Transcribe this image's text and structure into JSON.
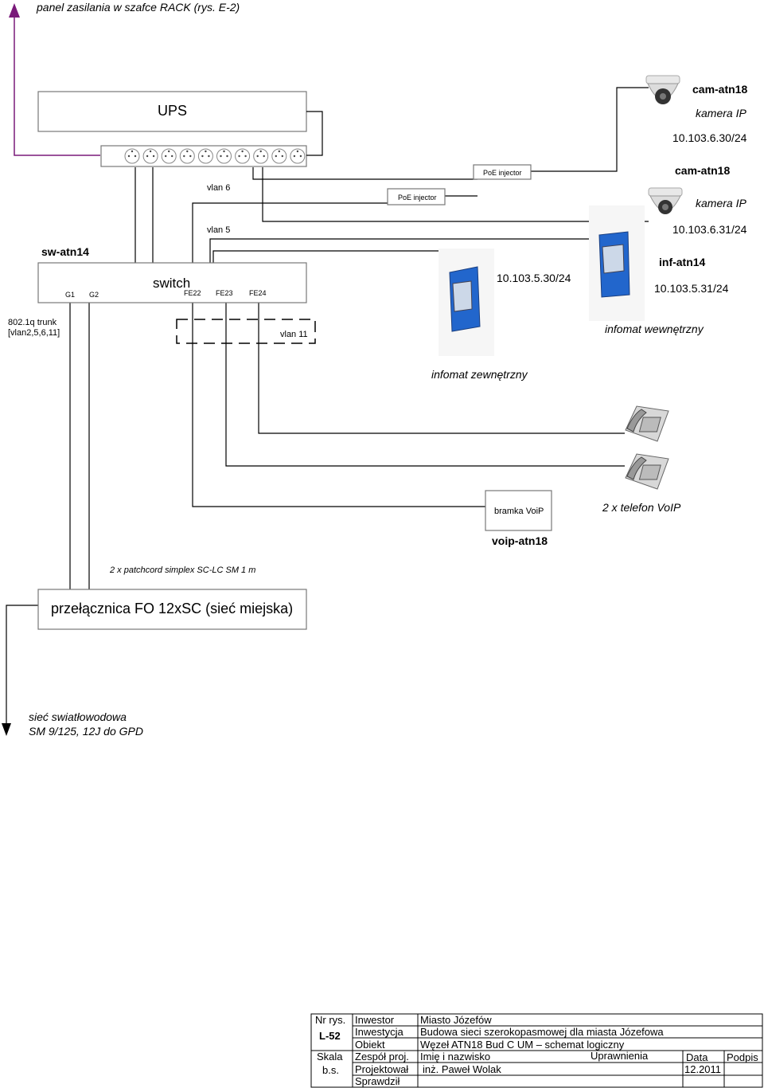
{
  "power_panel_label": "panel zasilania w szafce RACK (rys. E-2)",
  "ups_label": "UPS",
  "vlan6_label": "vlan 6",
  "vlan5_label": "vlan 5",
  "vlan11_label": "vlan 11",
  "poe_injector_1": "PoE injector",
  "poe_injector_2": "PoE injector",
  "switch": {
    "name": "sw-atn14",
    "label": "switch",
    "ports": [
      "G1",
      "G2",
      "FE22",
      "FE23",
      "FE24"
    ]
  },
  "trunk_label_line1": "802.1q trunk",
  "trunk_label_line2": "[vlan2,5,6,11]",
  "camera1": {
    "name": "cam-atn18",
    "type": "kamera IP",
    "ip": "10.103.6.30/24"
  },
  "camera2": {
    "name": "cam-atn18",
    "type": "kamera IP",
    "ip": "10.103.6.31/24"
  },
  "kiosk_ext": {
    "ip": "10.103.5.30/24",
    "label": "infomat zewnętrzny"
  },
  "kiosk_int": {
    "name": "inf-atn14",
    "ip": "10.103.5.31/24",
    "label": "infomat wewnętrzny"
  },
  "voip": {
    "gateway_label": "bramka VoiP",
    "phones_label": "2 x telefon VoIP",
    "name": "voip-atn18"
  },
  "patchcord_label": "2 x patchcord simplex SC-LC SM 1 m",
  "patch_panel_label": "przełącznica FO 12xSC (sieć miejska)",
  "fiber_line1": "sieć swiatłowodowa",
  "fiber_line2": "SM 9/125, 12J do GPD",
  "title_block": {
    "nr_rys_label": "Nr rys.",
    "nr_rys_value": "L-52",
    "skala_label": "Skala",
    "skala_value": "b.s.",
    "inwestor_label": "Inwestor",
    "inwestor_value": "Miasto Józefów",
    "inwestycja_label": "Inwestycja",
    "inwestycja_value": "Budowa sieci szerokopasmowej dla miasta Józefowa",
    "obiekt_label": "Obiekt",
    "obiekt_value": "Węzeł ATN18  Bud C UM – schemat logiczny",
    "zespol_label": "Zespół proj.",
    "imie_label": "Imię i nazwisko",
    "uprawnienia_label": "Uprawnienia",
    "data_label": "Data",
    "podpis_label": "Podpis",
    "projektowal_label": "Projektował",
    "projektowal_value": "inż. Paweł Wolak",
    "date_value": "12.2011",
    "sprawdzil_label": "Sprawdził"
  },
  "colors": {
    "power_line": "#7a1a7a",
    "kiosk_blue": "#2266cc"
  }
}
